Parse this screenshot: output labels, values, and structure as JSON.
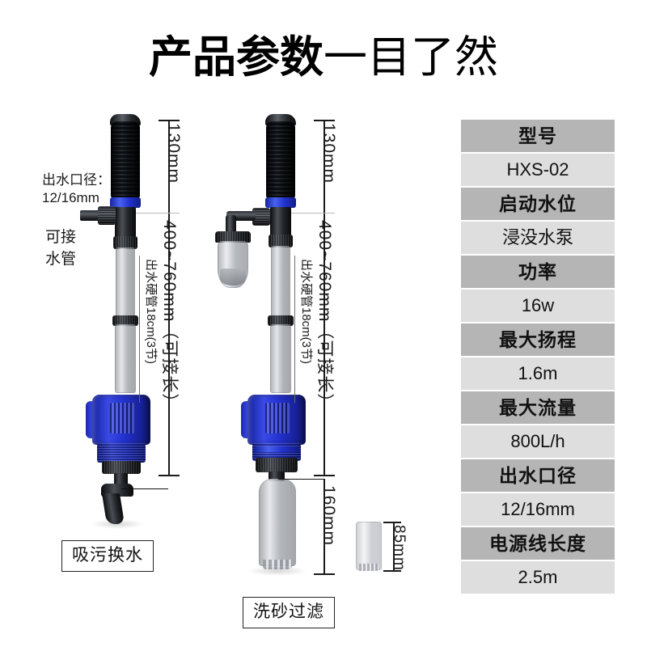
{
  "title": {
    "strong": "产品参数",
    "light": "一目了然"
  },
  "left_pump": {
    "outlet_label_line1": "出水口径：",
    "outlet_label_line2": "12/16mm",
    "connect_line1": "可接",
    "connect_line2": "水管",
    "dim_top": "130mm",
    "dim_main": "400~760mm（可接长）",
    "inner_note": "出水硬管18cm(3节)",
    "caption": "吸污换水"
  },
  "right_pump": {
    "dim_top": "130mm",
    "dim_main": "400~760mm（可接长）",
    "inner_note": "出水硬管18cm(3节)",
    "dim_bottom": "160mm",
    "caption": "洗砂过滤"
  },
  "accessory": {
    "dim": "85mm"
  },
  "spec_table": {
    "rows": [
      {
        "head": "型号",
        "value": "HXS-02"
      },
      {
        "head": "启动水位",
        "value": "浸没水泵"
      },
      {
        "head": "功率",
        "value": "16w"
      },
      {
        "head": "最大扬程",
        "value": "1.6m"
      },
      {
        "head": "最大流量",
        "value": "800L/h"
      },
      {
        "head": "出水口径",
        "value": "12/16mm"
      },
      {
        "head": "电源线长度",
        "value": "2.5m"
      }
    ]
  },
  "colors": {
    "pump_blue": "#2433d4",
    "header_gray": "#b5b5b5",
    "value_gray": "#dedede",
    "text": "#111111"
  }
}
